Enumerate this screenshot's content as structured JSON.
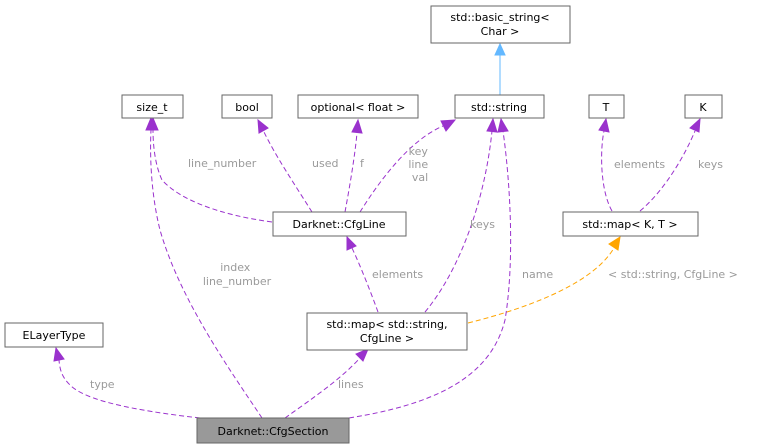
{
  "nodes": {
    "basic_string": [
      "std::basic_string<",
      "Char >"
    ],
    "size_t": "size_t",
    "bool": "bool",
    "optional": "optional< float >",
    "std_string": "std::string",
    "T": "T",
    "K": "K",
    "cfgline": "Darknet::CfgLine",
    "std_map_kt": "std::map< K, T >",
    "elayertype": "ELayerType",
    "std_map_str": [
      "std::map< std::string,",
      "CfgLine >"
    ],
    "cfgsection": "Darknet::CfgSection"
  },
  "edges": {
    "line_number": "line_number",
    "used": "used",
    "f": "f",
    "key_line_val": [
      "key",
      "line",
      "val"
    ],
    "elements_T": "elements",
    "keys_K": "keys",
    "keys_string": "keys",
    "elements_cfgline": "elements",
    "name": "name",
    "index_line_number": [
      "index",
      "line_number"
    ],
    "template_args": "< std::string, CfgLine >",
    "type": "type",
    "lines": "lines"
  },
  "colors": {
    "usage_edge": "#9a32cd",
    "template_edge": "#ffa500",
    "inheritance_edge": "#63b8ff",
    "focus_node": "#999999"
  }
}
